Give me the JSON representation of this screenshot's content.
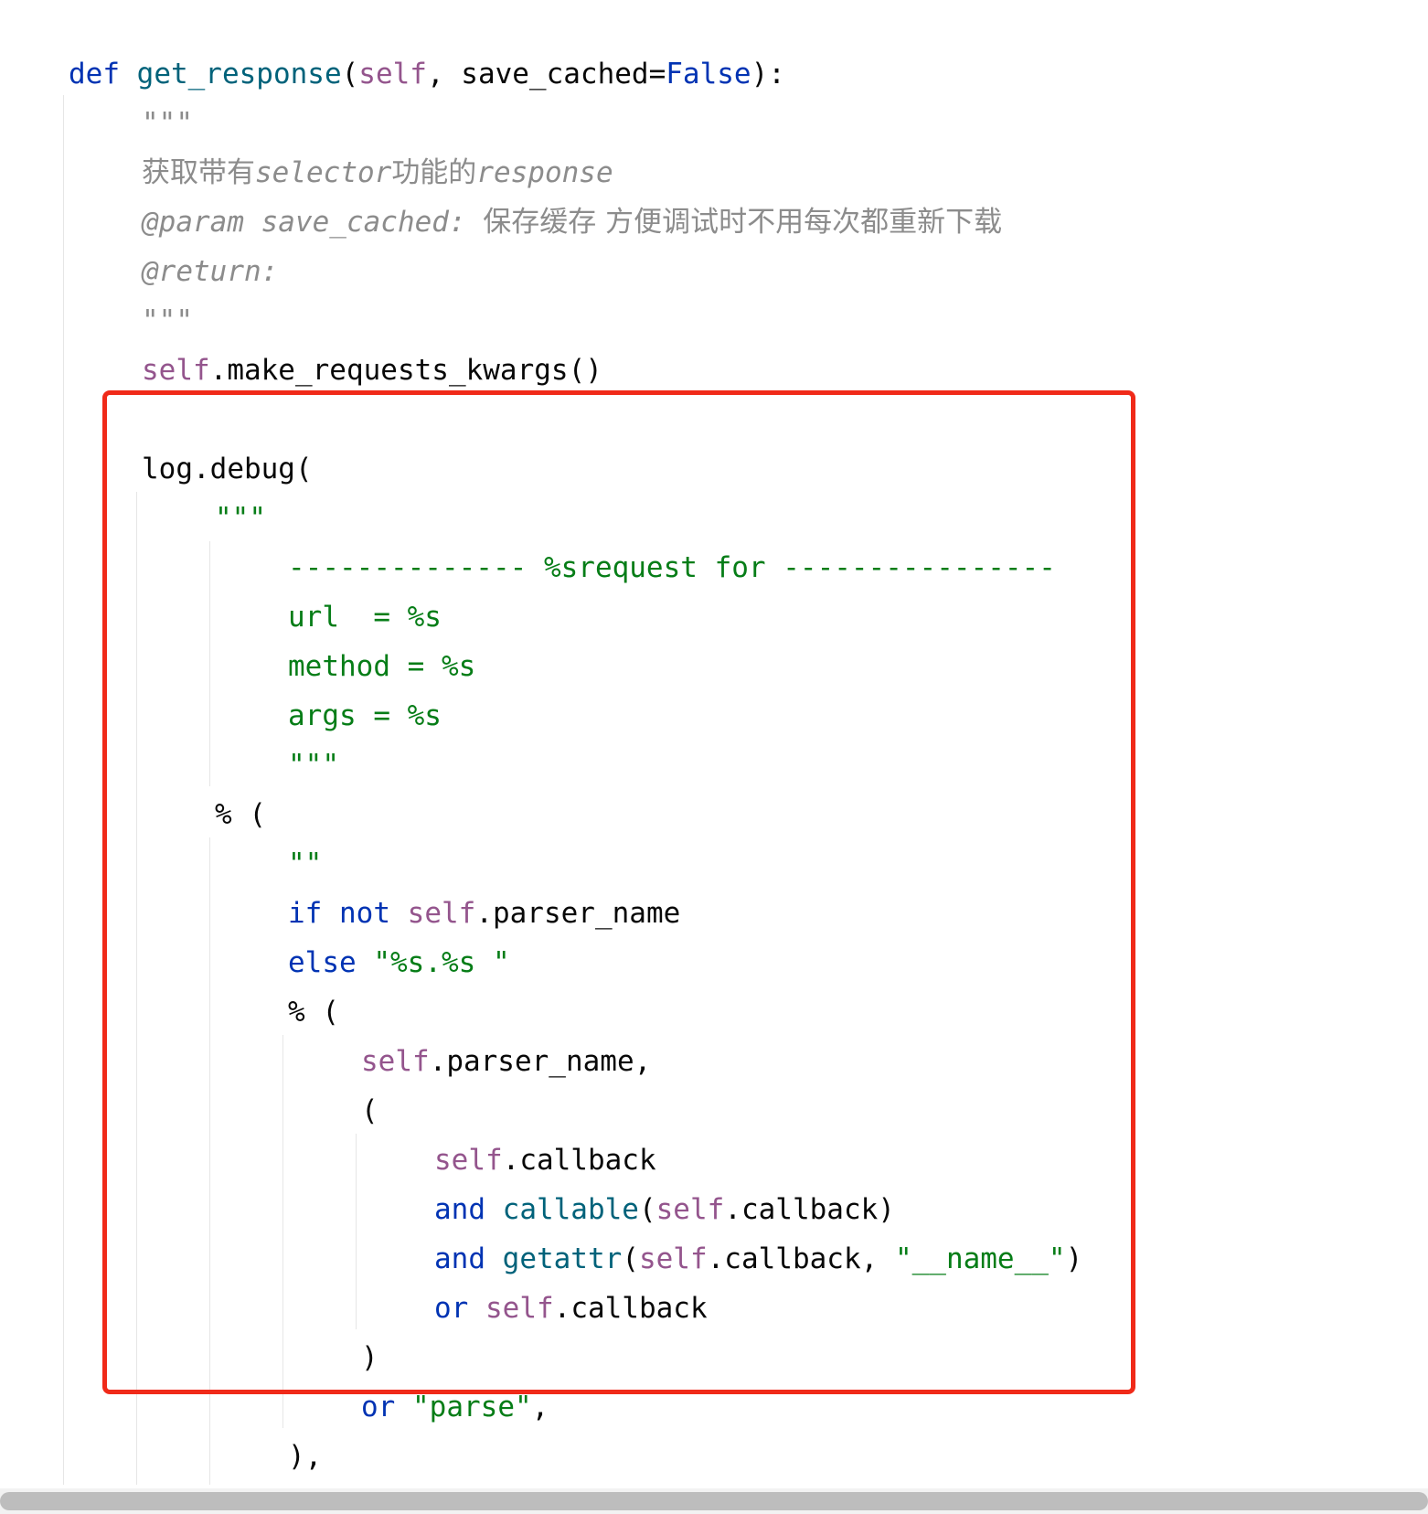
{
  "editor": {
    "language": "python",
    "lines": [
      {
        "indent": 0,
        "tokens": [
          {
            "t": "kw",
            "v": "def "
          },
          {
            "t": "fn",
            "v": "get_response"
          },
          {
            "t": "op",
            "v": "("
          },
          {
            "t": "self",
            "v": "self"
          },
          {
            "t": "op",
            "v": ", save_cached="
          },
          {
            "t": "kw",
            "v": "False"
          },
          {
            "t": "op",
            "v": "):"
          }
        ]
      },
      {
        "indent": 1,
        "tokens": [
          {
            "t": "doc",
            "v": "\"\"\""
          }
        ]
      },
      {
        "indent": 1,
        "tokens": [
          {
            "t": "doc-cjk",
            "v": "获取带有"
          },
          {
            "t": "doc",
            "v": "selector"
          },
          {
            "t": "doc-cjk",
            "v": "功能的"
          },
          {
            "t": "doc",
            "v": "response"
          }
        ]
      },
      {
        "indent": 1,
        "tokens": [
          {
            "t": "doc",
            "v": "@param save_cached: "
          },
          {
            "t": "doc-cjk",
            "v": "保存缓存 方便调试时不用每次都重新下载"
          }
        ]
      },
      {
        "indent": 1,
        "tokens": [
          {
            "t": "doc",
            "v": "@return:"
          }
        ]
      },
      {
        "indent": 1,
        "tokens": [
          {
            "t": "doc",
            "v": "\"\"\""
          }
        ]
      },
      {
        "indent": 1,
        "tokens": [
          {
            "t": "self",
            "v": "self"
          },
          {
            "t": "op",
            "v": ".make_requests_kwargs()"
          }
        ]
      },
      {
        "indent": 1,
        "tokens": []
      },
      {
        "indent": 1,
        "tokens": [
          {
            "t": "op",
            "v": "log.debug("
          }
        ]
      },
      {
        "indent": 2,
        "tokens": [
          {
            "t": "str",
            "v": "\"\"\""
          }
        ]
      },
      {
        "indent": 3,
        "tokens": [
          {
            "t": "str",
            "v": "-------------- %srequest for ----------------"
          }
        ]
      },
      {
        "indent": 3,
        "tokens": [
          {
            "t": "str",
            "v": "url  = %s"
          }
        ]
      },
      {
        "indent": 3,
        "tokens": [
          {
            "t": "str",
            "v": "method = %s"
          }
        ]
      },
      {
        "indent": 3,
        "tokens": [
          {
            "t": "str",
            "v": "args = %s"
          }
        ]
      },
      {
        "indent": 3,
        "tokens": [
          {
            "t": "str",
            "v": "\"\"\""
          }
        ]
      },
      {
        "indent": 2,
        "tokens": [
          {
            "t": "op",
            "v": "% ("
          }
        ]
      },
      {
        "indent": 3,
        "tokens": [
          {
            "t": "str",
            "v": "\"\""
          }
        ]
      },
      {
        "indent": 3,
        "tokens": [
          {
            "t": "kw",
            "v": "if not "
          },
          {
            "t": "self",
            "v": "self"
          },
          {
            "t": "op",
            "v": ".parser_name"
          }
        ]
      },
      {
        "indent": 3,
        "tokens": [
          {
            "t": "kw",
            "v": "else "
          },
          {
            "t": "str",
            "v": "\"%s.%s \""
          }
        ]
      },
      {
        "indent": 3,
        "tokens": [
          {
            "t": "op",
            "v": "% ("
          }
        ]
      },
      {
        "indent": 4,
        "tokens": [
          {
            "t": "self",
            "v": "self"
          },
          {
            "t": "op",
            "v": ".parser_name,"
          }
        ]
      },
      {
        "indent": 4,
        "tokens": [
          {
            "t": "op",
            "v": "("
          }
        ]
      },
      {
        "indent": 5,
        "tokens": [
          {
            "t": "self",
            "v": "self"
          },
          {
            "t": "op",
            "v": ".callback"
          }
        ]
      },
      {
        "indent": 5,
        "tokens": [
          {
            "t": "kw",
            "v": "and "
          },
          {
            "t": "fn",
            "v": "callable"
          },
          {
            "t": "op",
            "v": "("
          },
          {
            "t": "self",
            "v": "self"
          },
          {
            "t": "op",
            "v": ".callback)"
          }
        ]
      },
      {
        "indent": 5,
        "tokens": [
          {
            "t": "kw",
            "v": "and "
          },
          {
            "t": "fn",
            "v": "getattr"
          },
          {
            "t": "op",
            "v": "("
          },
          {
            "t": "self",
            "v": "self"
          },
          {
            "t": "op",
            "v": ".callback, "
          },
          {
            "t": "str",
            "v": "\"__name__\""
          },
          {
            "t": "op",
            "v": ")"
          }
        ]
      },
      {
        "indent": 5,
        "tokens": [
          {
            "t": "kw",
            "v": "or "
          },
          {
            "t": "self",
            "v": "self"
          },
          {
            "t": "op",
            "v": ".callback"
          }
        ]
      },
      {
        "indent": 4,
        "tokens": [
          {
            "t": "op",
            "v": ")"
          }
        ]
      },
      {
        "indent": 4,
        "tokens": [
          {
            "t": "kw",
            "v": "or "
          },
          {
            "t": "str",
            "v": "\"parse\""
          },
          {
            "t": "op",
            "v": ","
          }
        ]
      },
      {
        "indent": 3,
        "tokens": [
          {
            "t": "op",
            "v": "),"
          }
        ]
      }
    ]
  },
  "colors": {
    "keyword": "#0033b3",
    "function": "#00627a",
    "self": "#94558d",
    "string": "#067d17",
    "docstring": "#8c8c8c",
    "highlight_border": "#f02a19"
  }
}
